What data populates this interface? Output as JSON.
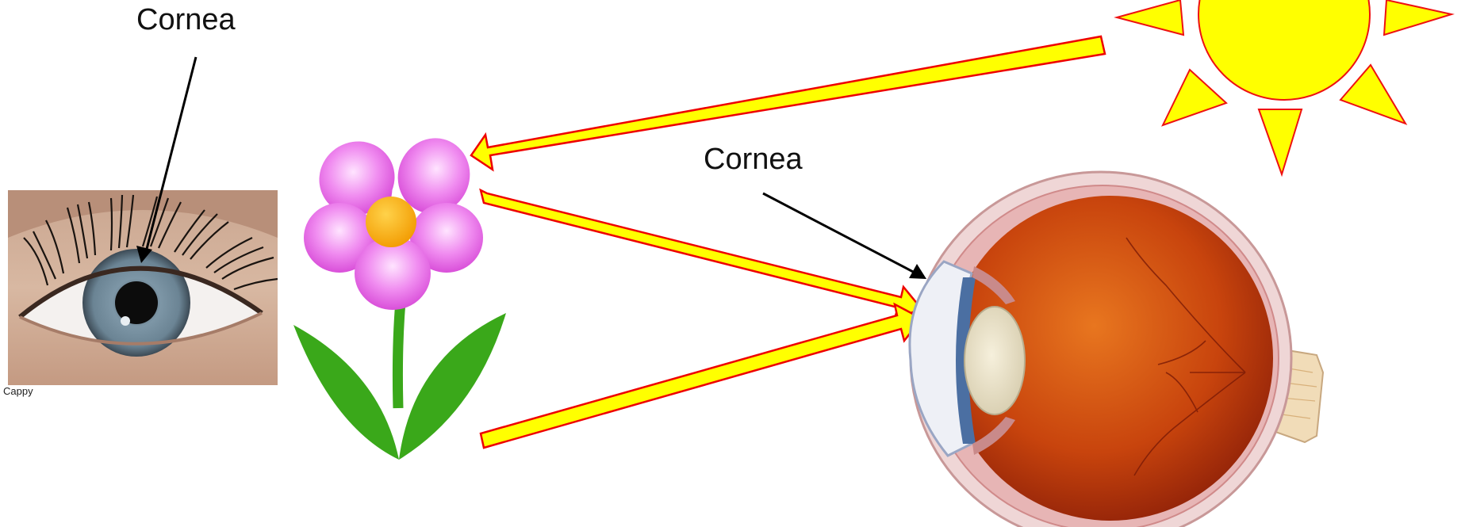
{
  "labels": {
    "cornea_left": "Cornea",
    "cornea_right": "Cornea",
    "photo_credit": "Cappy"
  },
  "colors": {
    "light_ray_fill": "#ffff00",
    "light_ray_outline": "#ee0000",
    "sun_fill": "#ffff00",
    "sun_outline": "#ee1111",
    "flower_petal": "#e05ee0",
    "flower_center": "#f5a800",
    "leaf_green": "#3aa81a",
    "eyeball_interior": "#c4400e",
    "iris_blue_gray": "#6f8a9a"
  },
  "icons": {
    "sun": "sun-icon",
    "flower": "flower-icon",
    "eye_photo": "eye-photo",
    "eye_cross_section": "eye-cross-section"
  }
}
